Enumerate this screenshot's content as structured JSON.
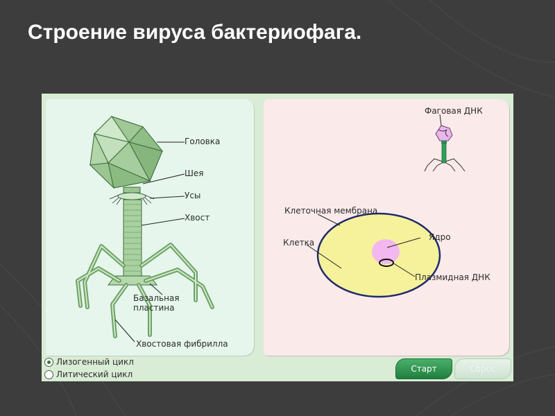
{
  "title": "Строение вируса бактериофага.",
  "left_labels": {
    "head": "Головка",
    "neck": "Шея",
    "whiskers": "Усы",
    "tail": "Хвост",
    "base_line1": "Базальная",
    "base_line2": "пластина",
    "tail_fiber": "Хвостовая фибрилла"
  },
  "right_labels": {
    "phage_dna": "Фаговая ДНК",
    "membrane": "Клеточная мембрана",
    "cell": "Клетка",
    "nucleus": "Ядро",
    "plasmid": "Плазмидная ДНК"
  },
  "options": {
    "lysogenic": "Лизогенный цикл",
    "lytic": "Литический цикл",
    "selected": "lysogenic"
  },
  "buttons": {
    "start": "Старт",
    "stop": "Сброс"
  },
  "colors": {
    "phage_green": "#7fb27a",
    "cell_fill": "#f7f39a",
    "nucleus": "#f3b8f0"
  }
}
